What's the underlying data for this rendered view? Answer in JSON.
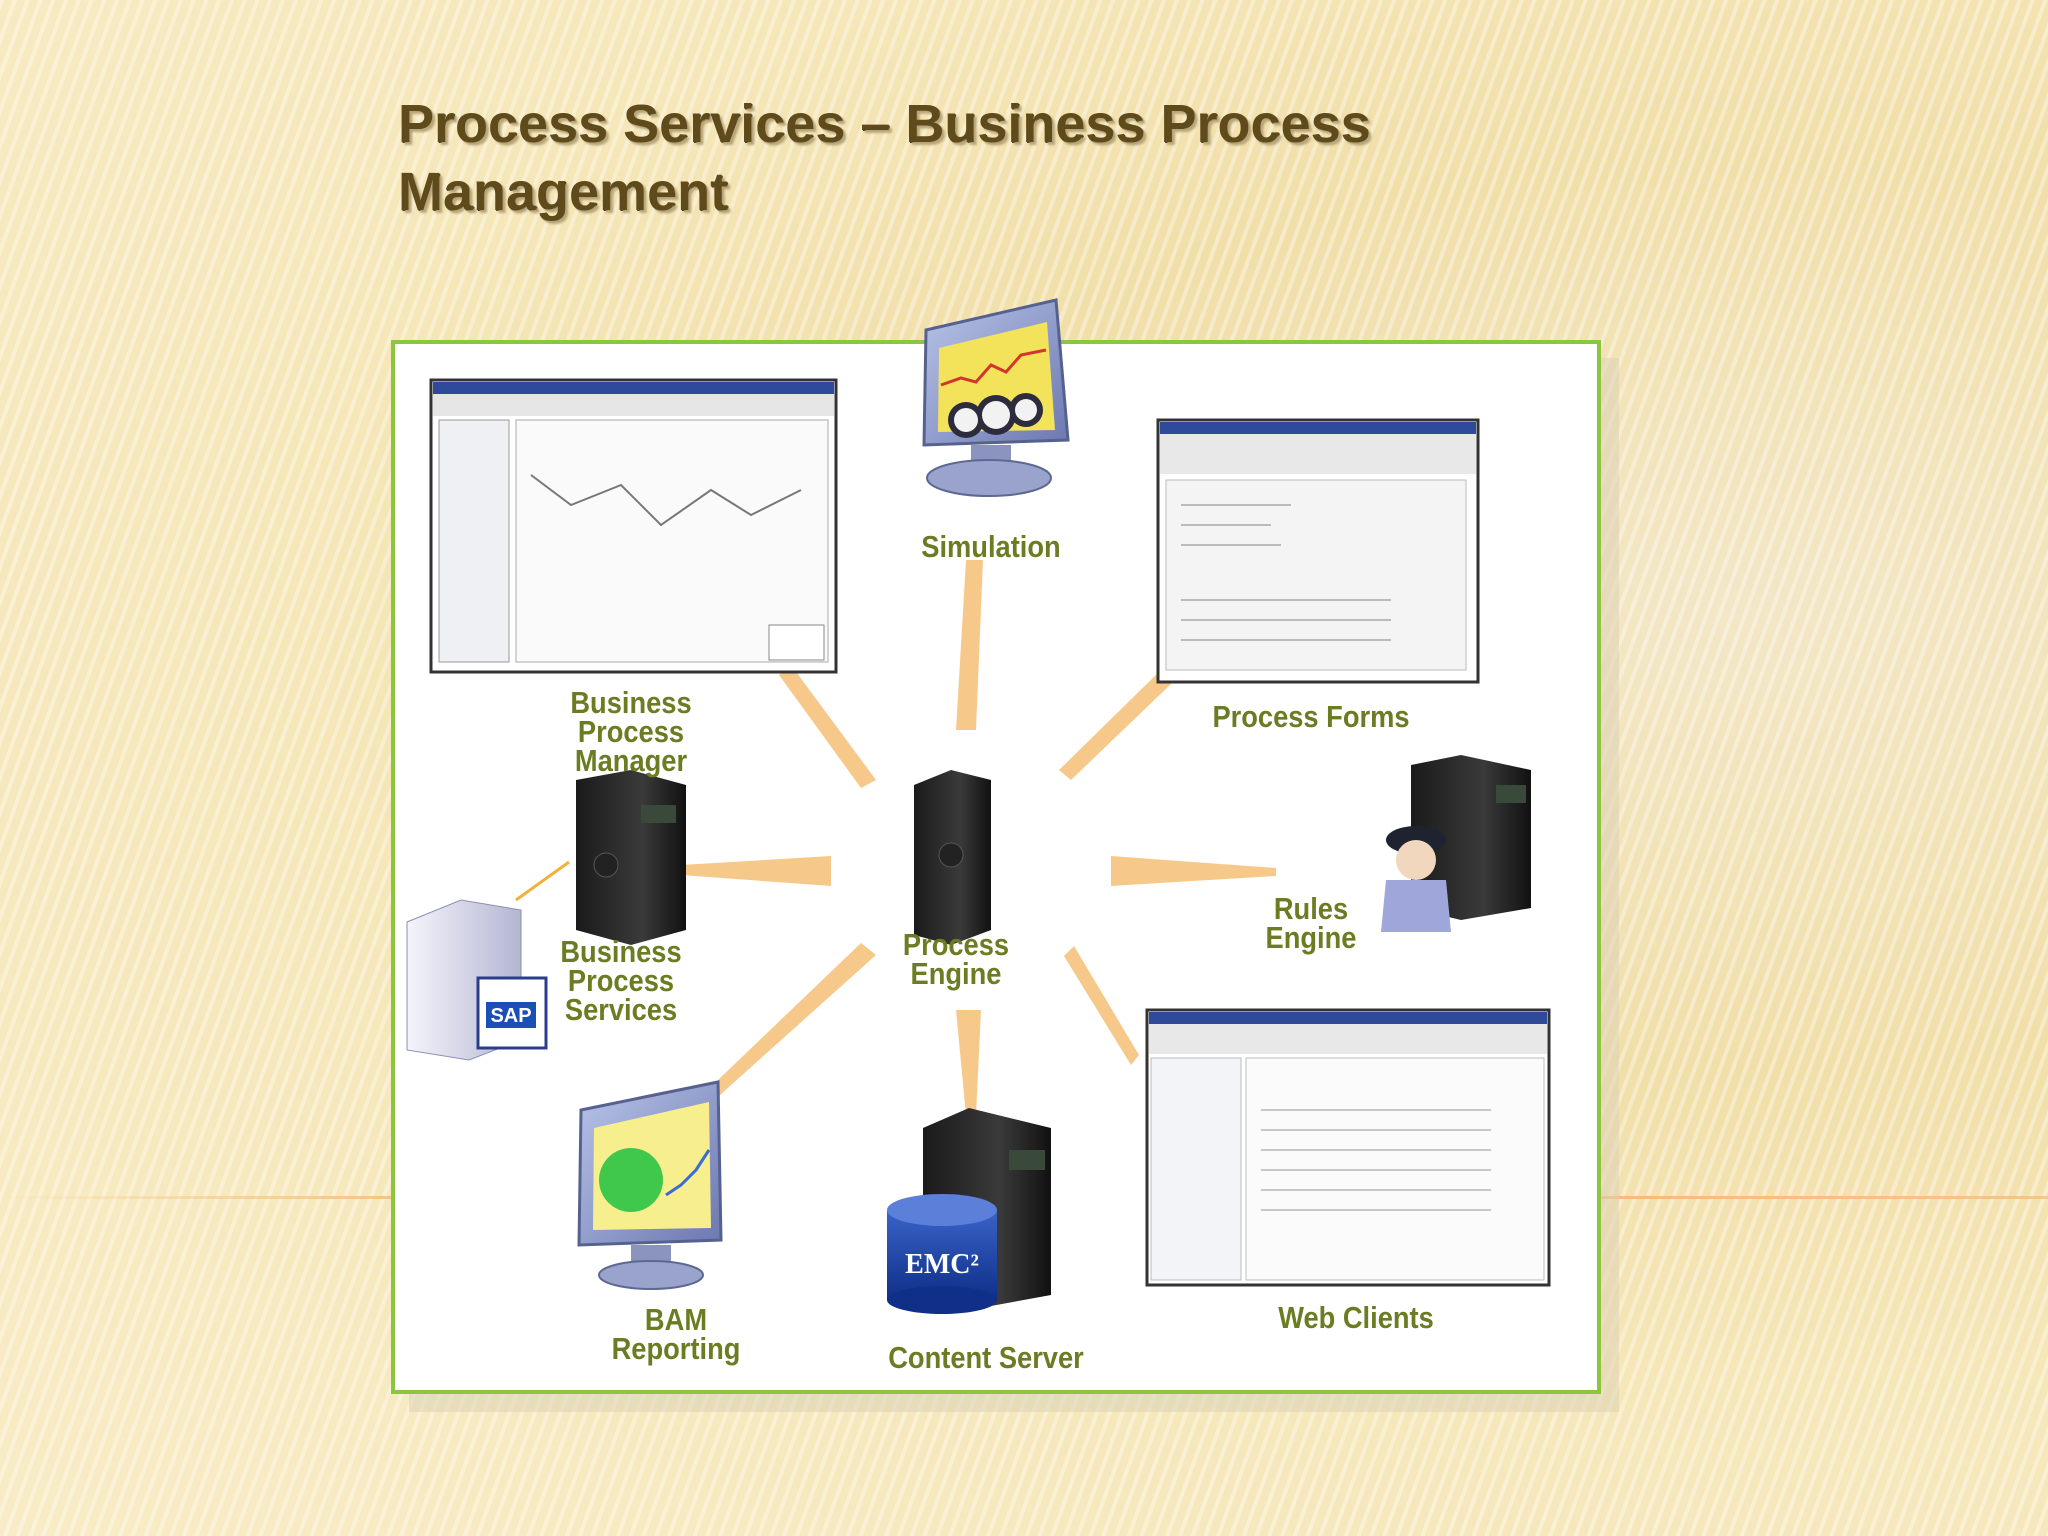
{
  "slide": {
    "title": "Process Services – Business Process Management"
  },
  "diagram": {
    "labels": {
      "simulation": "Simulation",
      "bpm": "Business Process\nManager",
      "process_forms": "Process Forms",
      "bps": "Business\nProcess\nServices",
      "process_engine": "Process\nEngine",
      "rules_engine": "Rules\nEngine",
      "bam": "BAM Reporting",
      "content_server": "Content Server",
      "web_clients": "Web Clients"
    },
    "logos": {
      "sap": "SAP",
      "emc": "EMC²"
    },
    "colors": {
      "label": "#6b7c22",
      "border": "#8cc63f",
      "rays": "#f6c98a",
      "title": "#5e4a1b"
    }
  }
}
